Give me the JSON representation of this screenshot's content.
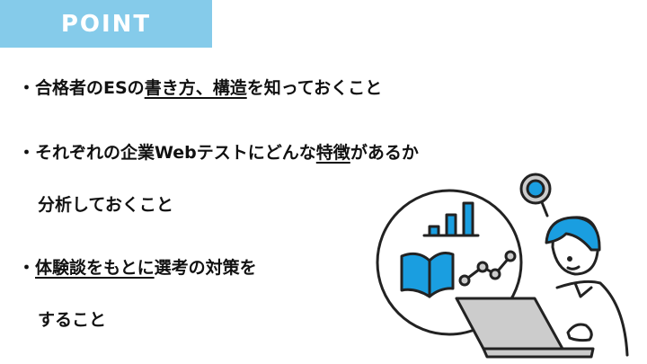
{
  "header": {
    "label": "POINT"
  },
  "points": [
    {
      "bullet": "・",
      "a": "合格者のESの",
      "u": "書き方、構造",
      "b": "を知っておくこと"
    },
    {
      "bullet": "・",
      "a": "それぞれの企業Webテストにどんな",
      "u": "特徴",
      "b": "があるか"
    },
    {
      "cont": "分析しておくこと"
    },
    {
      "bullet": "・",
      "a": "",
      "u": "体験談をもとに",
      "b": "選考の対策を"
    },
    {
      "cont": "すること"
    }
  ],
  "colors": {
    "accent": "#85cbea",
    "illustration_blue": "#1a9ee0"
  }
}
